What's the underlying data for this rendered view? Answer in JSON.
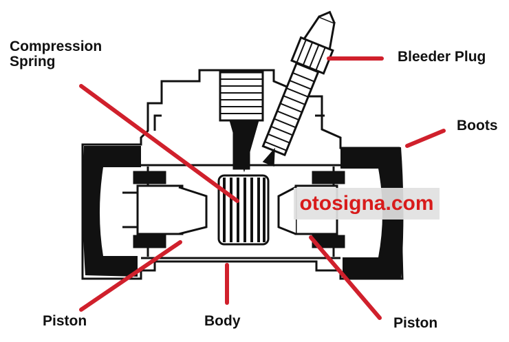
{
  "labels": {
    "compression_spring": "Compression\nSpring",
    "bleeder_plug": "Bleeder Plug",
    "boots": "Boots",
    "piston_left": "Piston",
    "body": "Body",
    "piston_right": "Piston"
  },
  "watermark": "otosigna.com",
  "colors": {
    "leader": "#d0202c",
    "ink": "#111111",
    "watermark_text": "#d81b1b"
  }
}
